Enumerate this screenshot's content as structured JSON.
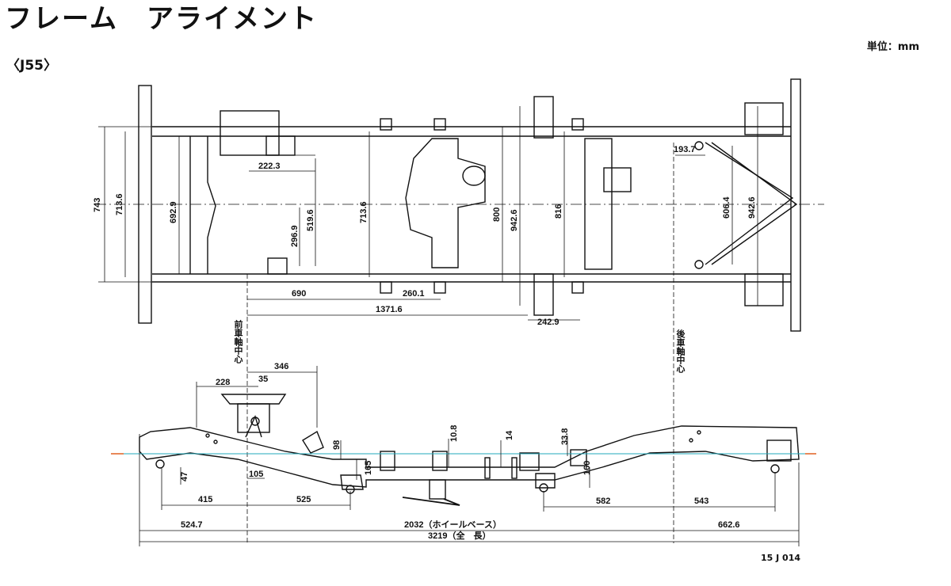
{
  "header": {
    "title": "フレーム　アライメント",
    "unit": "単位：mm",
    "model": "〈J55〉",
    "figure_code": "15 J 014"
  },
  "labels": {
    "front_axle_center": "前車軸中心",
    "rear_axle_center": "後車軸中心"
  },
  "top_view_dims": {
    "d743": "743",
    "d713_6_left": "713.6",
    "d692_9": "692.9",
    "d222_3": "222.3",
    "d296_9": "296.9",
    "d519_6": "519.6",
    "d713_6_mid": "713.6",
    "d800": "800",
    "d942_6_mid": "942.6",
    "d816": "816",
    "d193_7": "193.7",
    "d606_4": "606.4",
    "d942_6_right": "942.6",
    "d690": "690",
    "d260_1": "260.1",
    "d1371_6": "1371.6",
    "d242_9": "242.9"
  },
  "side_view_dims": {
    "d346": "346",
    "d228": "228",
    "d35": "35",
    "d98": "98",
    "d47": "47",
    "d105": "105",
    "d165": "165",
    "d10_8": "10.8",
    "d14": "14",
    "d33_8": "33.8",
    "d160": "160",
    "d415": "415",
    "d525": "525",
    "d582": "582",
    "d543": "543",
    "d524_7": "524.7",
    "d2032": "2032（ホイールベース）",
    "d662_6": "662.6",
    "d3219": "3219（全　長）"
  }
}
